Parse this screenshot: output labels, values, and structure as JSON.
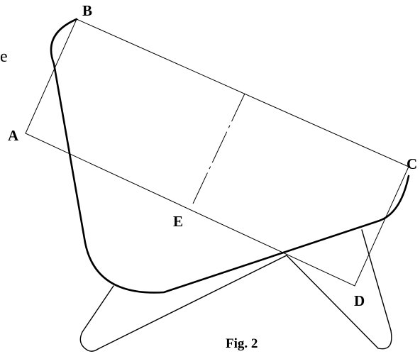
{
  "text_fragment": "e",
  "points": {
    "A": "A",
    "B": "B",
    "C": "C",
    "D": "D",
    "E": "E"
  },
  "caption": "Fig. 2"
}
